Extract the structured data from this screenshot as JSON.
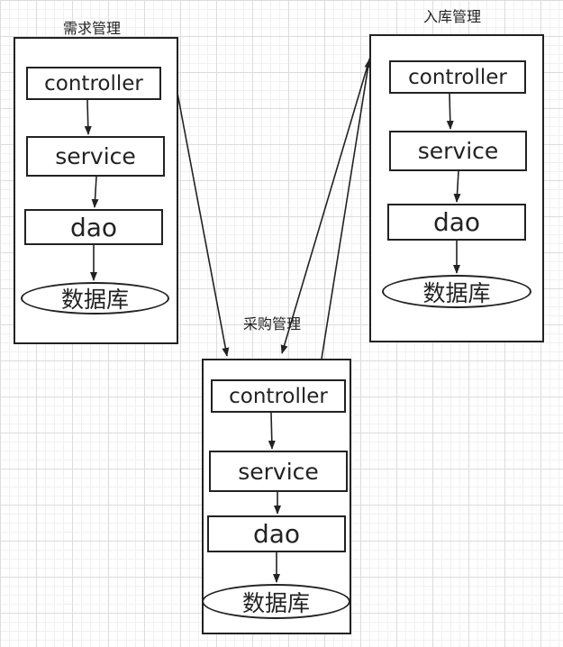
{
  "modules": {
    "demand": {
      "title": "需求管理",
      "controller": "controller",
      "service": "service",
      "dao": "dao",
      "database": "数据库"
    },
    "inbound": {
      "title": "入库管理",
      "controller": "controller",
      "service": "service",
      "dao": "dao",
      "database": "数据库"
    },
    "purchase": {
      "title": "采购管理",
      "controller": "controller",
      "service": "service",
      "dao": "dao",
      "database": "数据库"
    }
  },
  "colors": {
    "line": "#222222",
    "background": "#ffffff",
    "grid": "#dcdcdc"
  }
}
